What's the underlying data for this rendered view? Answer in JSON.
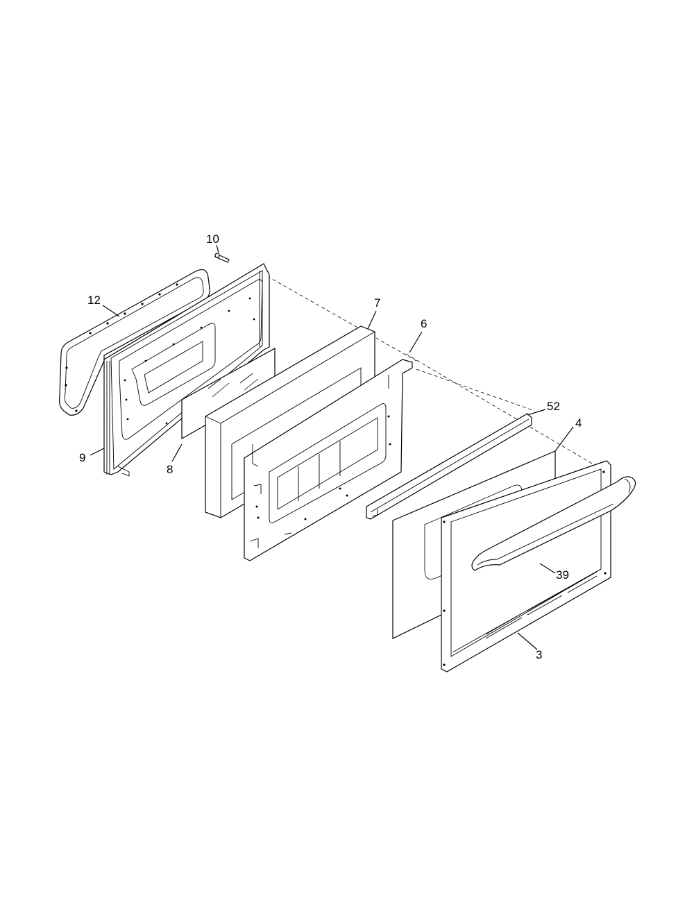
{
  "callouts": {
    "c10": "10",
    "c12": "12",
    "c7": "7",
    "c6": "6",
    "c9": "9",
    "c8": "8",
    "c52": "52",
    "c4": "4",
    "c39": "39",
    "c3": "3"
  },
  "icons": {
    "gasket": "door-gasket-icon",
    "screw": "screw-icon",
    "handle": "door-handle-icon"
  }
}
